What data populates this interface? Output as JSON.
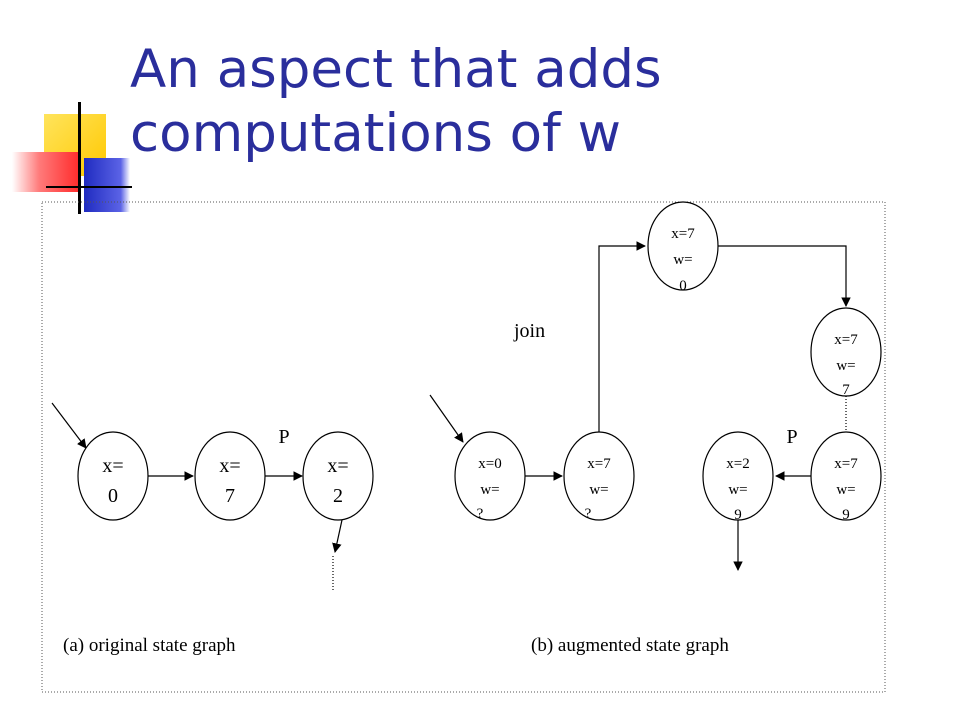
{
  "title": {
    "line1": "An aspect that adds",
    "line2": "computations of w"
  },
  "colors": {
    "title": "#2a2e9c",
    "deco_yellow": "#ffd200",
    "deco_blue": "#2b35c8",
    "deco_red": "#ff3b3b",
    "ink": "#000000"
  },
  "diagram": {
    "original": {
      "caption": "(a) original state graph",
      "label_p": "P",
      "nodes": [
        {
          "id": "a1",
          "lines": [
            "x=",
            "0"
          ]
        },
        {
          "id": "a2",
          "lines": [
            "x=",
            "7"
          ]
        },
        {
          "id": "a3",
          "lines": [
            "x=",
            "2"
          ]
        }
      ]
    },
    "augmented": {
      "caption": "(b)  augmented state graph",
      "label_join": "join",
      "label_p": "P",
      "nodes": [
        {
          "id": "b1",
          "lines": [
            "x=0",
            "w=",
            "?"
          ]
        },
        {
          "id": "b2",
          "lines": [
            "x=7",
            "w=",
            "?"
          ]
        },
        {
          "id": "b3",
          "lines": [
            "x=7",
            "w=",
            "0"
          ]
        },
        {
          "id": "b4",
          "lines": [
            "x=7",
            "w=",
            "7"
          ]
        },
        {
          "id": "b5",
          "lines": [
            "x=7",
            "w=",
            "9"
          ]
        },
        {
          "id": "b6",
          "lines": [
            "x=2",
            "w=",
            "9"
          ]
        }
      ]
    }
  }
}
